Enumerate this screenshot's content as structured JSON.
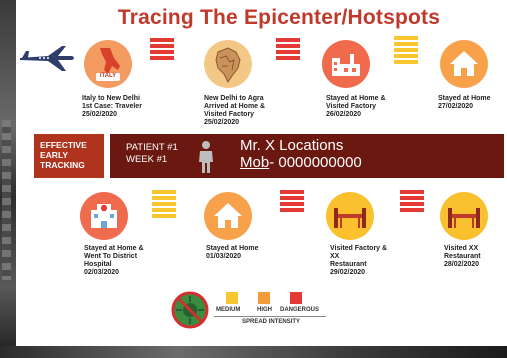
{
  "title": "Tracing The Epicenter/Hotspots",
  "top_row": [
    {
      "line1": "Italy to New Delhi",
      "line2": "1st Case: Traveler",
      "line3": "25/02/2020",
      "icon": "italy-map-icon",
      "badge": "ITALY"
    },
    {
      "line1": "New Delhi to Agra",
      "line2": "Arrived at Home &",
      "line3": "Visited Factory",
      "line4": "25/02/2020",
      "icon": "india-map-icon"
    },
    {
      "line1": "Stayed at Home &",
      "line2": "Visited Factory",
      "line3": "26/02/2020",
      "icon": "factory-icon"
    },
    {
      "line1": "Stayed at Home",
      "line2": "27/02/2020",
      "icon": "home-icon"
    }
  ],
  "band": {
    "effective": [
      "EFFECTIVE",
      "EARLY",
      "TRACKING"
    ],
    "patient": "PATIENT #1",
    "week": "WEEK #1",
    "locations": "Mr. X  Locations",
    "mob_label": "Mob",
    "mob_value": "- 0000000000"
  },
  "bottom_row": [
    {
      "line1": "Stayed at Home &",
      "line2": "Went To District",
      "line3": "Hospital",
      "line4": "02/03/2020",
      "icon": "hospital-icon"
    },
    {
      "line1": "Stayed at Home",
      "line2": "01/03/2020",
      "icon": "home-icon"
    },
    {
      "line1": "Visited Factory &",
      "line2": "XX",
      "line3": "Restaurant",
      "line4": "29/02/2020",
      "icon": "restaurant-icon"
    },
    {
      "line1": "Visited XX",
      "line2": "Restaurant",
      "line3": "28/02/2020",
      "icon": "restaurant-icon"
    }
  ],
  "legend": {
    "medium": "MEDIUM",
    "high": "HIGH",
    "dangerous": "DANGEROUS",
    "caption": "SPREAD INTENSITY",
    "colors": {
      "medium": "#f9c531",
      "high": "#f39c3c",
      "dangerous": "#e53935"
    }
  }
}
